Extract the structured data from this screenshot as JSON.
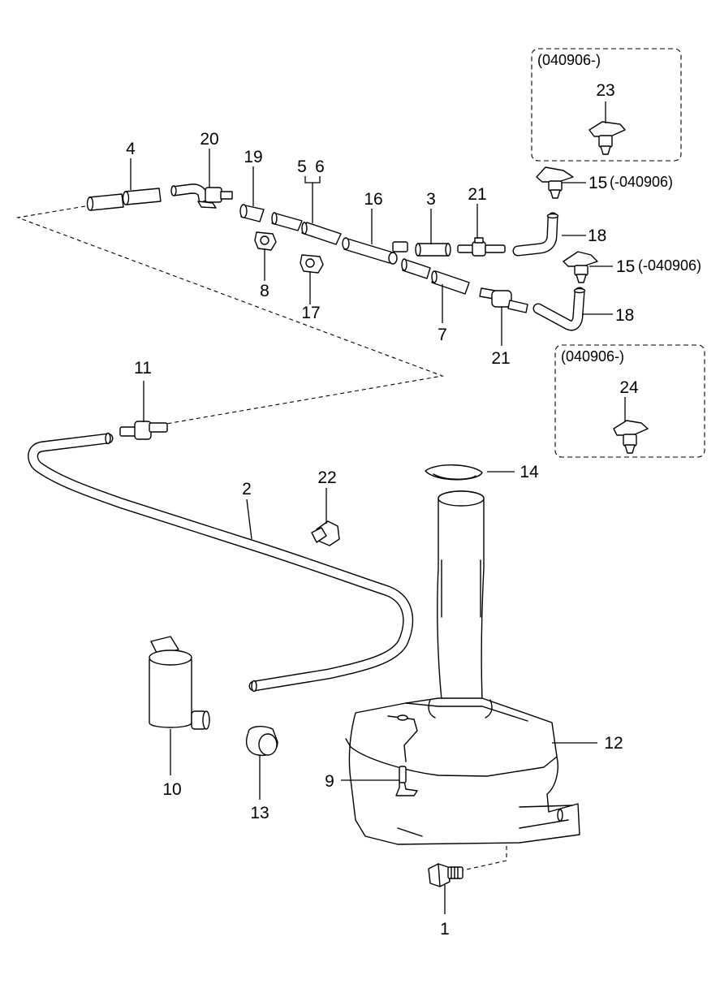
{
  "parts": [
    {
      "ref": "1",
      "label": "1"
    },
    {
      "ref": "2",
      "label": "2"
    },
    {
      "ref": "3",
      "label": "3"
    },
    {
      "ref": "4",
      "label": "4"
    },
    {
      "ref": "5",
      "label": "5"
    },
    {
      "ref": "6",
      "label": "6"
    },
    {
      "ref": "7",
      "label": "7"
    },
    {
      "ref": "8",
      "label": "8"
    },
    {
      "ref": "9",
      "label": "9"
    },
    {
      "ref": "10",
      "label": "10"
    },
    {
      "ref": "11",
      "label": "11"
    },
    {
      "ref": "12",
      "label": "12"
    },
    {
      "ref": "13",
      "label": "13"
    },
    {
      "ref": "14",
      "label": "14"
    },
    {
      "ref": "15a",
      "label": "15",
      "note": "(-040906)"
    },
    {
      "ref": "15b",
      "label": "15",
      "note": "(-040906)"
    },
    {
      "ref": "16",
      "label": "16"
    },
    {
      "ref": "17",
      "label": "17"
    },
    {
      "ref": "18a",
      "label": "18"
    },
    {
      "ref": "18b",
      "label": "18"
    },
    {
      "ref": "19",
      "label": "19"
    },
    {
      "ref": "20",
      "label": "20"
    },
    {
      "ref": "21a",
      "label": "21"
    },
    {
      "ref": "21b",
      "label": "21"
    },
    {
      "ref": "22",
      "label": "22"
    },
    {
      "ref": "23",
      "label": "23"
    },
    {
      "ref": "24",
      "label": "24"
    }
  ],
  "boxes": [
    {
      "ref": "box-23",
      "note": "(040906-)"
    },
    {
      "ref": "box-24",
      "note": "(040906-)"
    }
  ]
}
